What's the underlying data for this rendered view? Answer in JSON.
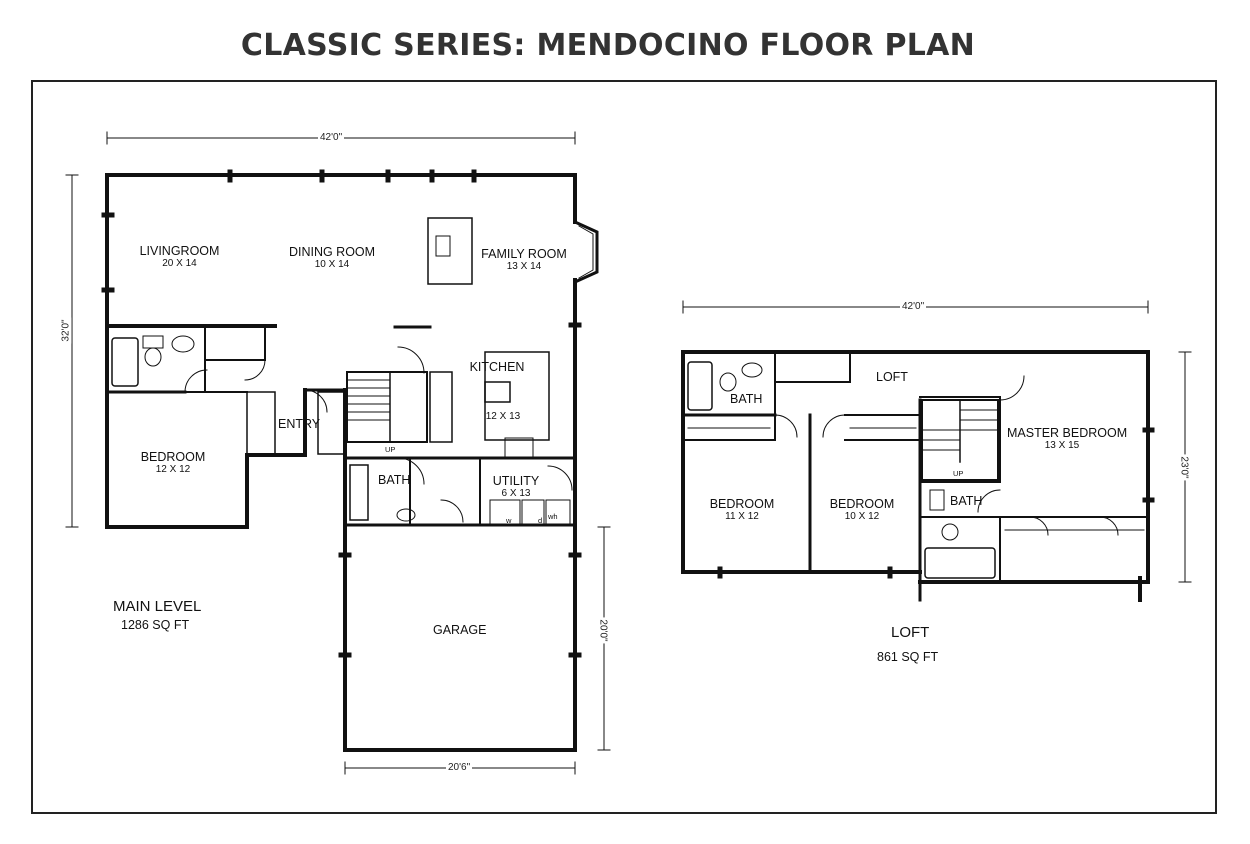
{
  "title": "CLASSIC SERIES: MENDOCINO FLOOR PLAN",
  "main_level": {
    "name": "MAIN LEVEL",
    "area": "1286 SQ FT",
    "dims": {
      "width": "42'0\"",
      "depth": "32'0\"",
      "garage_width": "20'6\"",
      "garage_depth": "20'0\""
    },
    "rooms": [
      {
        "name": "LIVINGROOM",
        "size": "20 X 14"
      },
      {
        "name": "DINING ROOM",
        "size": "10 X 14"
      },
      {
        "name": "FAMILY ROOM",
        "size": "13 X 14"
      },
      {
        "name": "KITCHEN",
        "size": "12 X 13"
      },
      {
        "name": "BEDROOM",
        "size": "12 X 12"
      },
      {
        "name": "ENTRY",
        "size": ""
      },
      {
        "name": "BATH",
        "size": ""
      },
      {
        "name": "UTILITY",
        "size": "6 X 13"
      },
      {
        "name": "GARAGE",
        "size": ""
      }
    ],
    "marks": {
      "up": "UP",
      "washer": "w",
      "dryer": "d",
      "water_heater": "wh"
    }
  },
  "loft": {
    "name": "LOFT",
    "area": "861 SQ FT",
    "dims": {
      "width": "42'0\"",
      "depth": "23'0\""
    },
    "rooms": [
      {
        "name": "LOFT",
        "size": ""
      },
      {
        "name": "BATH",
        "size": ""
      },
      {
        "name": "MASTER BEDROOM",
        "size": "13 X 15"
      },
      {
        "name": "BEDROOM",
        "size": "11 X 12"
      },
      {
        "name": "BEDROOM",
        "size": "10 X 12"
      },
      {
        "name": "BATH",
        "size": ""
      }
    ],
    "marks": {
      "up": "UP"
    }
  }
}
